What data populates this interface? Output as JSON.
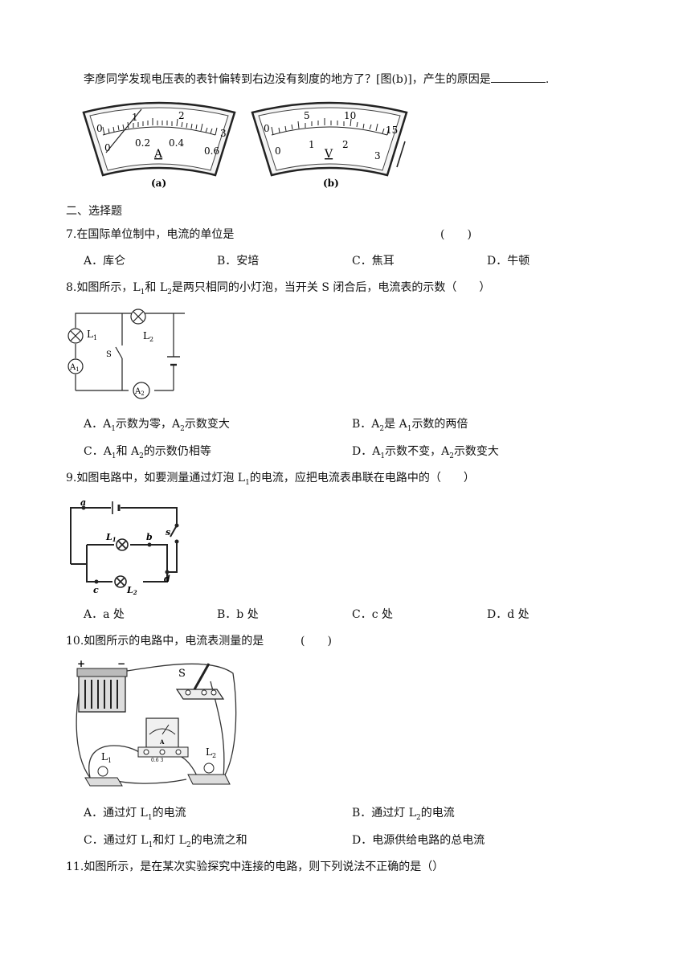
{
  "q6_tail": {
    "text": "李彦同学发现电压表的表针偏转到右边没有刻度的地方了？[图(b)]，产生的原因是",
    "end": "."
  },
  "meter_a": {
    "top_ticks": [
      "0",
      "1",
      "2",
      "3"
    ],
    "bottom_ticks": [
      "0",
      "0.2",
      "0.4",
      "0.6"
    ],
    "unit": "A",
    "caption": "(a)"
  },
  "meter_b": {
    "top_ticks": [
      "0",
      "5",
      "10",
      "15"
    ],
    "bottom_ticks": [
      "0",
      "1",
      "2",
      "3"
    ],
    "unit": "V",
    "caption": "(b)"
  },
  "section2": {
    "title": "二、选择题"
  },
  "q7": {
    "stem": "7.在国际单位制中，电流的单位是",
    "paren": "(　　)",
    "options": [
      "A．库仑",
      "B．安培",
      "C．焦耳",
      "D．牛顿"
    ]
  },
  "q8": {
    "stem_pre": "8.如图所示，L",
    "sub1": "1",
    "stem_mid": "和 L",
    "sub2": "2",
    "stem_post": "是两只相同的小灯泡，当开关 S 闭合后，电流表的示数（　　）",
    "fig": {
      "L1": "L",
      "L1s": "1",
      "L2": "L",
      "L2s": "2",
      "S": "S",
      "A1": "A",
      "A1s": "1",
      "A2": "A",
      "A2s": "2"
    },
    "optA": {
      "a": "A．A",
      "s1": "1",
      "b": "示数为零，A",
      "s2": "2",
      "c": "示数变大"
    },
    "optB": {
      "a": "B．A",
      "s1": "2",
      "b": "是 A",
      "s2": "1",
      "c": "示数的两倍"
    },
    "optC": {
      "a": "C．A",
      "s1": "1",
      "b": "和 A",
      "s2": "2",
      "c": "的示数仍相等"
    },
    "optD": {
      "a": "D．A",
      "s1": "1",
      "b": "示数不变，A",
      "s2": "2",
      "c": "示数变大"
    }
  },
  "q9": {
    "stem_pre": "9.如图电路中，如要测量通过灯泡 L",
    "sub": "1",
    "stem_post": "的电流，应把电流表串联在电路中的（　　）",
    "fig": {
      "a": "a",
      "b": "b",
      "c": "c",
      "d": "d",
      "s": "s",
      "L1": "L",
      "L1s": "1",
      "L2": "L",
      "L2s": "2"
    },
    "options": [
      "A．a 处",
      "B．b 处",
      "C．c 处",
      "D．d 处"
    ]
  },
  "q10": {
    "stem": "10.如图所示的电路中，电流表测量的是",
    "paren": "(　　)",
    "fig": {
      "plus": "+",
      "minus": "−",
      "S": "S",
      "L1": "L",
      "L1s": "1",
      "L2": "L",
      "L2s": "2",
      "A": "A",
      "scale": "0.6 3"
    },
    "optA": {
      "a": "A．通过灯 L",
      "s": "1",
      "b": "的电流"
    },
    "optB": {
      "a": "B．通过灯 L",
      "s": "2",
      "b": "的电流"
    },
    "optC": {
      "a": "C．通过灯 L",
      "s1": "1",
      "b": "和灯 L",
      "s2": "2",
      "c": "的电流之和"
    },
    "optD": {
      "a": "D．电源供给电路的总电流"
    }
  },
  "q11": {
    "stem": "11.如图所示，是在某次实验探究中连接的电路，则下列说法不正确的是（）"
  }
}
